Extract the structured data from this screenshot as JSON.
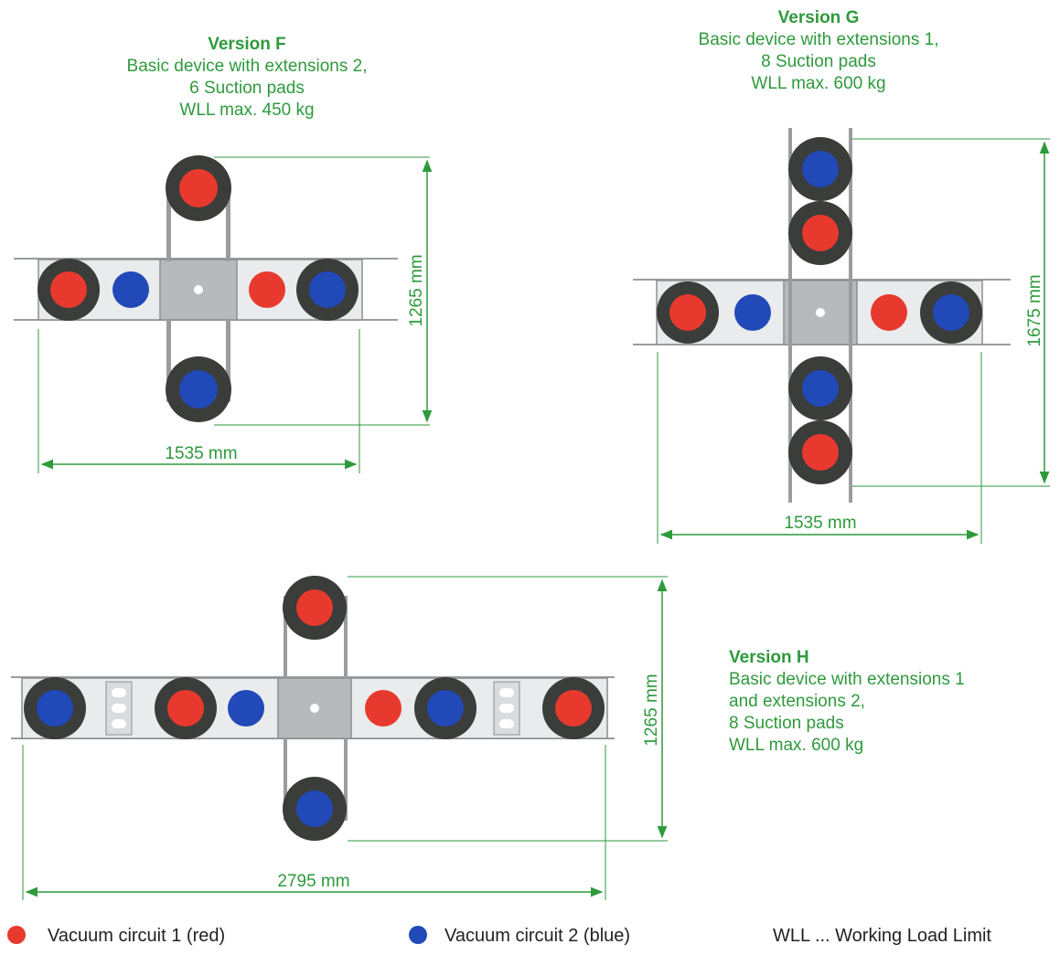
{
  "colors": {
    "accent_green": "#2e9a3c",
    "circuit_red": "#e8392e",
    "circuit_blue": "#2149b8",
    "frame_grey": "#b9bcbf",
    "pad_dark": "#3a3d3a"
  },
  "versions": {
    "f": {
      "title": "Version F",
      "line1": "Basic device with extensions 2,",
      "line2": "6 Suction pads",
      "line3": "WLL max. 450 kg",
      "dim_height": "1265 mm",
      "dim_width": "1535 mm"
    },
    "g": {
      "title": "Version G",
      "line1": "Basic device with extensions 1,",
      "line2": "8 Suction pads",
      "line3": "WLL max. 600 kg",
      "dim_height": "1675 mm",
      "dim_width": "1535 mm"
    },
    "h": {
      "title": "Version H",
      "line1": "Basic device with extensions 1",
      "line2": "and extensions 2,",
      "line3": "8 Suction pads",
      "line4": "WLL max. 600 kg",
      "dim_height": "1265 mm",
      "dim_width": "2795 mm"
    }
  },
  "legend": {
    "red_label": "Vacuum circuit 1 (red)",
    "blue_label": "Vacuum circuit 2 (blue)",
    "wll_label": "WLL ... Working Load Limit"
  }
}
